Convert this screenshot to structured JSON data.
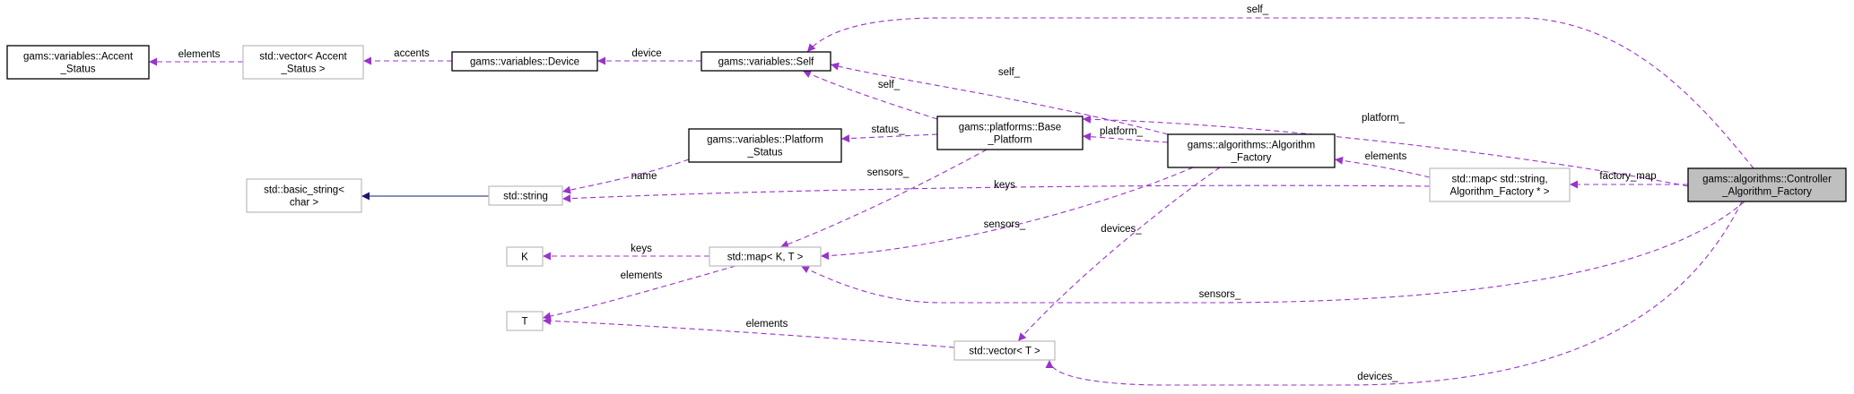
{
  "colors": {
    "usage": "#9a32cd",
    "inherit": "#191970",
    "bordered": "#000000",
    "light": "#bfbfbf",
    "focus_fill": "#bfbfbf"
  },
  "nodes": [
    {
      "id": "accent_status",
      "lines": [
        "gams::variables::Accent",
        "_Status"
      ],
      "style": "bordered"
    },
    {
      "id": "vector_accent",
      "lines": [
        "std::vector< Accent",
        "_Status >"
      ],
      "style": "light"
    },
    {
      "id": "device",
      "lines": [
        "gams::variables::Device"
      ],
      "style": "bordered"
    },
    {
      "id": "self",
      "lines": [
        "gams::variables::Self"
      ],
      "style": "bordered"
    },
    {
      "id": "basic_string",
      "lines": [
        "std::basic_string<",
        "char >"
      ],
      "style": "light"
    },
    {
      "id": "string",
      "lines": [
        "std::string"
      ],
      "style": "light"
    },
    {
      "id": "platform_status",
      "lines": [
        "gams::variables::Platform",
        "_Status"
      ],
      "style": "bordered"
    },
    {
      "id": "base_platform",
      "lines": [
        "gams::platforms::Base",
        "_Platform"
      ],
      "style": "bordered"
    },
    {
      "id": "algorithm_factory",
      "lines": [
        "gams::algorithms::Algorithm",
        "_Factory"
      ],
      "style": "bordered"
    },
    {
      "id": "map_string_factory",
      "lines": [
        "std::map< std::string,",
        "Algorithm_Factory * >"
      ],
      "style": "light"
    },
    {
      "id": "controller_factory",
      "lines": [
        "gams::algorithms::Controller",
        "_Algorithm_Factory"
      ],
      "style": "focus"
    },
    {
      "id": "k",
      "lines": [
        "K"
      ],
      "style": "light"
    },
    {
      "id": "map_kt",
      "lines": [
        "std::map< K, T >"
      ],
      "style": "light"
    },
    {
      "id": "t",
      "lines": [
        "T"
      ],
      "style": "light"
    },
    {
      "id": "vector_t",
      "lines": [
        "std::vector< T >"
      ],
      "style": "light"
    }
  ],
  "edges": [
    {
      "id": "vector_accent-accent_status",
      "label": "elements",
      "kind": "usage"
    },
    {
      "id": "device-vector_accent",
      "label": "accents",
      "kind": "usage"
    },
    {
      "id": "self-device",
      "label": "device",
      "kind": "usage"
    },
    {
      "id": "controller-self",
      "label": "self_",
      "kind": "usage"
    },
    {
      "id": "algorithm-self",
      "label": "self_",
      "kind": "usage"
    },
    {
      "id": "base-self",
      "label": "self_",
      "kind": "usage"
    },
    {
      "id": "controller-base",
      "label": "platform_",
      "kind": "usage"
    },
    {
      "id": "algorithm-base",
      "label": "platform_",
      "kind": "usage"
    },
    {
      "id": "base-platform_status",
      "label": "status_",
      "kind": "usage"
    },
    {
      "id": "platform_status-string",
      "label": "name",
      "kind": "usage"
    },
    {
      "id": "string-basic_string",
      "label": "",
      "kind": "inherit"
    },
    {
      "id": "map_factory-string",
      "label": "keys",
      "kind": "usage"
    },
    {
      "id": "map_factory-algorithm",
      "label": "elements",
      "kind": "usage"
    },
    {
      "id": "controller-map_factory",
      "label": "factory_map",
      "kind": "usage"
    },
    {
      "id": "base-map_kt",
      "label": "sensors_",
      "kind": "usage"
    },
    {
      "id": "algorithm-map_kt",
      "label": "sensors_",
      "kind": "usage"
    },
    {
      "id": "controller-map_kt",
      "label": "sensors_",
      "kind": "usage"
    },
    {
      "id": "map_kt-k",
      "label": "keys",
      "kind": "usage"
    },
    {
      "id": "map_kt-t",
      "label": "elements",
      "kind": "usage"
    },
    {
      "id": "vector_t-t",
      "label": "elements",
      "kind": "usage"
    },
    {
      "id": "algorithm-vector_t",
      "label": "devices_",
      "kind": "usage"
    },
    {
      "id": "controller-vector_t",
      "label": "devices_",
      "kind": "usage"
    }
  ]
}
